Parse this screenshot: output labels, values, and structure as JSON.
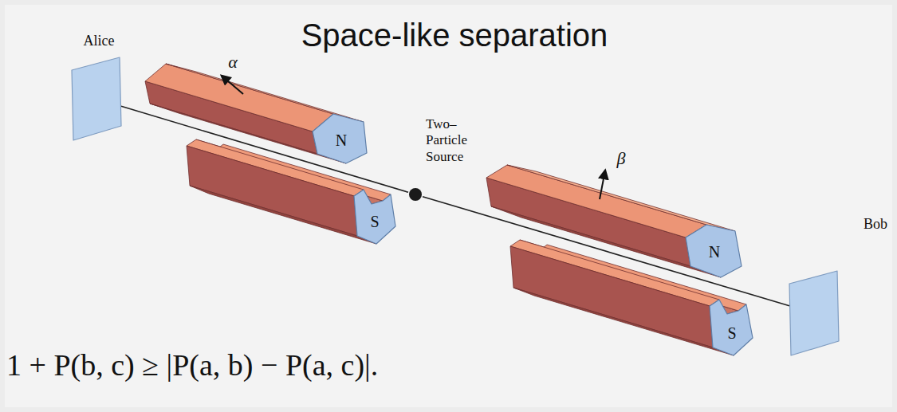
{
  "diagram": {
    "title": "Space-like separation",
    "nodes": [
      {
        "text": [
          "Alice"
        ]
      },
      {
        "text": [
          "N"
        ]
      },
      {
        "text": [
          "S"
        ]
      },
      {
        "text": [
          "Two– Particle Source"
        ]
      },
      {
        "text": [
          "N"
        ]
      },
      {
        "text": [
          "S"
        ]
      },
      {
        "text": [
          "Bob"
        ]
      }
    ],
    "edges": [
      {
        "from": 3,
        "to": 0,
        "arrow": "none"
      },
      {
        "from": 3,
        "to": 6,
        "arrow": "none"
      }
    ],
    "labels": [
      "α",
      "β",
      "1 + P(b, c) ≥ |P(a, b) − P(a, c)|."
    ]
  }
}
